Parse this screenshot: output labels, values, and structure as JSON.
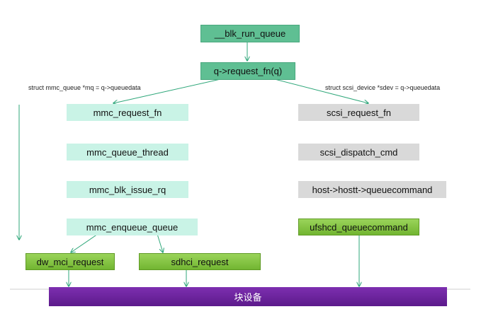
{
  "diagram": {
    "top": {
      "run_queue": "__blk_run_queue",
      "request_fn": "q->request_fn(q)"
    },
    "left_note": "struct mmc_queue *mq = q->queuedata",
    "right_note": "struct scsi_device *sdev = q->queuedata",
    "mmc_path": {
      "request_fn": "mmc_request_fn",
      "queue_thread": "mmc_queue_thread",
      "blk_issue_rq": "mmc_blk_issue_rq",
      "enqueue_queue": "mmc_enqueue_queue",
      "dw_mci_request": "dw_mci_request",
      "sdhci_request": "sdhci_request"
    },
    "scsi_path": {
      "request_fn": "scsi_request_fn",
      "dispatch_cmd": "scsi_dispatch_cmd",
      "queuecommand": "host->hostt->queuecommand",
      "ufshcd": "ufshcd_queuecommand"
    },
    "block_device": "块设备",
    "colors": {
      "top_box": "#5fbf93",
      "mmc_box": "#c9f3e6",
      "scsi_box": "#d9d9d9",
      "driver_box": "#8ccb48",
      "block_bar": "#6a2299",
      "arrow": "#2fa77a"
    }
  }
}
